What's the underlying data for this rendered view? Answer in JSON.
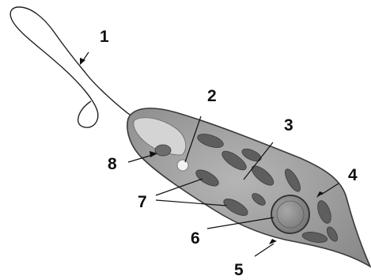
{
  "labels": {
    "l1": "1",
    "l2": "2",
    "l3": "3",
    "l4": "4",
    "l5": "5",
    "l6": "6",
    "l7": "7",
    "l8": "8"
  },
  "colors": {
    "cell_fill": "#9a9a9a",
    "cell_outline": "#3a3a3a",
    "chloroplast": "#5e5e5e",
    "nucleus": "#8c8c8c",
    "vacuole": "#f2f2f2",
    "flagellum": "#222222"
  }
}
